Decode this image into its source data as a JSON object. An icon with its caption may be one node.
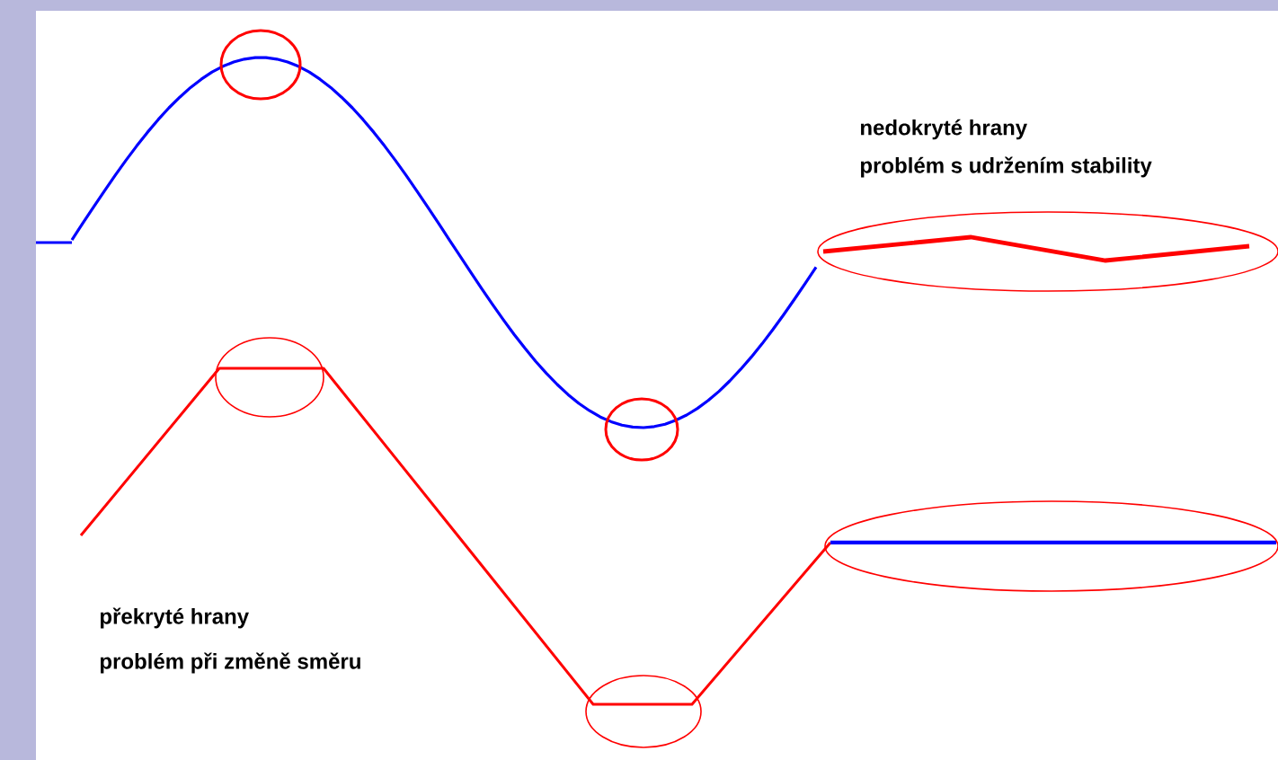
{
  "diagram": {
    "labels": [
      "nedokryté hrany",
      "problém s udržením stability",
      "překryté hrany",
      "problém při změně směru"
    ]
  }
}
